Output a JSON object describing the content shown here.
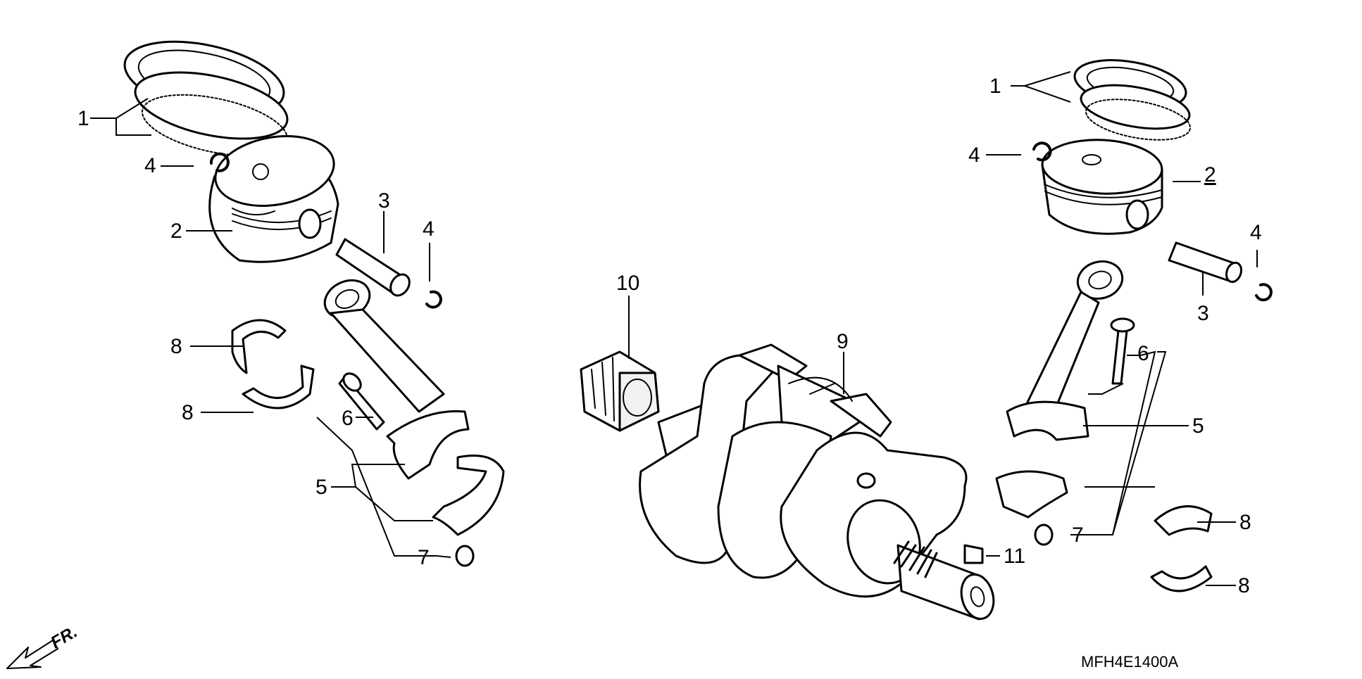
{
  "diagram_code": "MFH4E1400A",
  "direction_marker": "FR.",
  "callouts": {
    "left_rings": "1",
    "left_piston": "2",
    "left_pin": "3",
    "left_clip_a": "4",
    "left_clip_b": "4",
    "left_rod": "5",
    "left_bolt": "6",
    "left_nut": "7",
    "left_bearing_a": "8",
    "left_bearing_b": "8",
    "crank_bearing": "9",
    "gear": "10",
    "right_rings": "1",
    "right_piston": "2",
    "right_pin": "3",
    "right_clip_a": "4",
    "right_clip_b": "4",
    "right_rod": "5",
    "right_bolt": "6",
    "right_nut": "7",
    "right_bearing_a": "8",
    "right_bearing_b": "8",
    "key": "11"
  }
}
